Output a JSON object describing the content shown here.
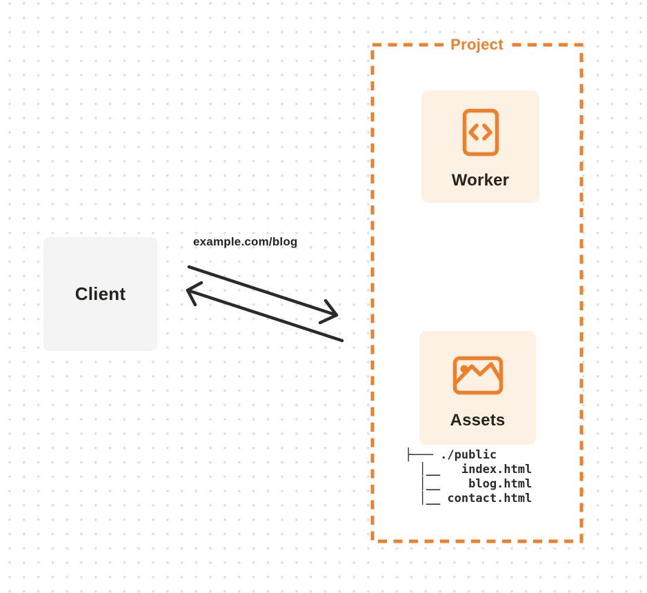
{
  "colors": {
    "orange": "#EE7F2B",
    "card-cream": "#FCF1E3",
    "client-gray": "#F4F4F5",
    "ink": "#26231E",
    "arrow": "#2B2A28",
    "dot": "#E0E0E3",
    "panel": "#FFFFFF"
  },
  "client": {
    "label": "Client"
  },
  "request": {
    "url": "example.com/blog"
  },
  "project": {
    "label": "Project",
    "worker": {
      "label": "Worker",
      "icon": "code-file-icon"
    },
    "assets": {
      "label": "Assets",
      "icon": "image-icon"
    },
    "file_tree": {
      "root": "./public",
      "files": [
        "index.html",
        "blog.html",
        "contact.html"
      ],
      "lines": [
        "├─── ./public",
        "  │__   index.html",
        "  │__    blog.html",
        "  │__ contact.html"
      ]
    }
  }
}
